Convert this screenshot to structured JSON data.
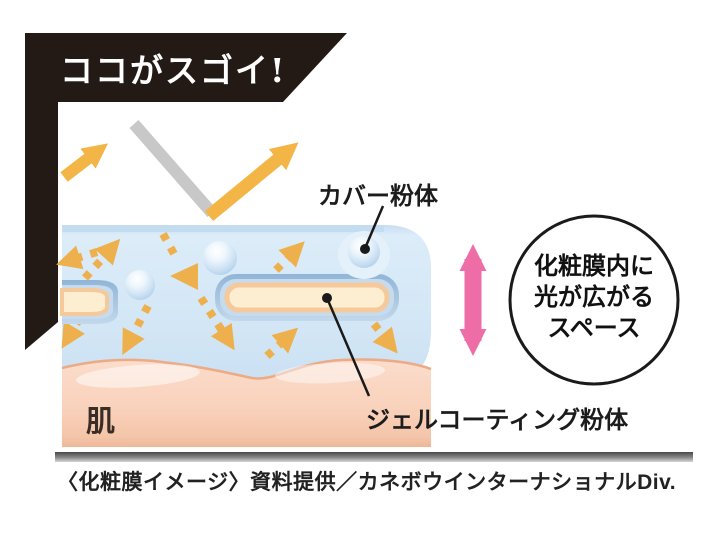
{
  "banner": {
    "title": "ココがスゴイ!"
  },
  "diagram": {
    "labels": {
      "cover_powder": "カバー粉体",
      "gel_coating_powder": "ジェルコーティング粉体",
      "skin": "肌"
    },
    "circle_note": {
      "lines": [
        "化粧膜内に",
        "光が広がる",
        "スペース"
      ]
    },
    "icons": {
      "incoming_light_ray": "gray-diagonal-line",
      "reflected_light_arrow": "yellow-arrow",
      "scattered_light_arrows": "orange-dotted-arrows",
      "film_thickness_arrow": "pink-double-headed-arrow",
      "cover_powder_particle": "blue-sphere",
      "gel_coated_particle": "cream-rounded-bar"
    },
    "colors": {
      "banner_black": "#241a15",
      "film_blue": "#d6e8f7",
      "arrow_orange": "#eeb04c",
      "arrow_yellow": "#f2b546",
      "ray_gray": "#c8c8c8",
      "thickness_arrow_pink": "#ee6da6",
      "skin_pink": "#f7cdb4",
      "gel_cream": "#fdeed2",
      "gel_ring_blue": "#a2c1dd"
    }
  },
  "caption": "〈化粧膜イメージ〉資料提供／カネボウインターナショナルDiv."
}
